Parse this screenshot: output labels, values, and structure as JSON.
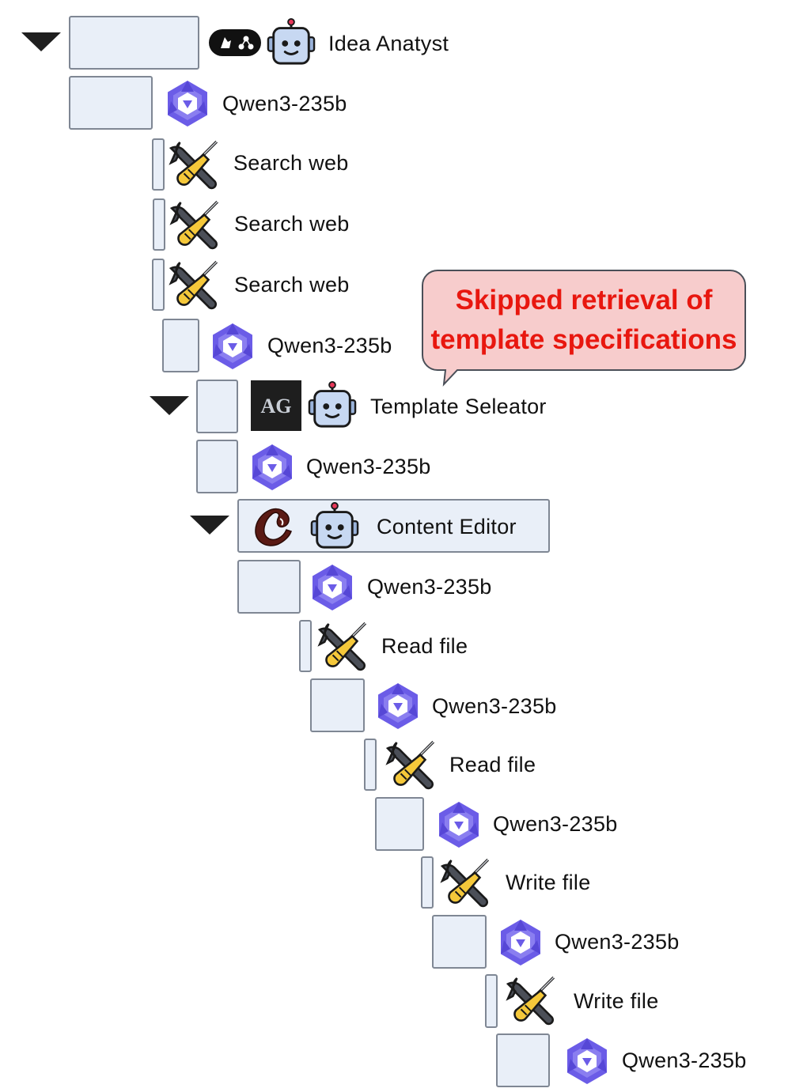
{
  "nodes": [
    {
      "label": "Idea Anatyst"
    },
    {
      "label": "Qwen3-235b"
    },
    {
      "label": "Search web"
    },
    {
      "label": "Search web"
    },
    {
      "label": "Search web"
    },
    {
      "label": "Qwen3-235b"
    },
    {
      "label": "Template Seleator"
    },
    {
      "label": "Qwen3-235b"
    },
    {
      "label": "Content Editor"
    },
    {
      "label": "Qwen3-235b"
    },
    {
      "label": "Read file"
    },
    {
      "label": "Qwen3-235b"
    },
    {
      "label": "Read file"
    },
    {
      "label": "Qwen3-235b"
    },
    {
      "label": "Write file"
    },
    {
      "label": "Qwen3-235b"
    },
    {
      "label": "Write file"
    },
    {
      "label": "Qwen3-235b"
    }
  ],
  "callout": {
    "line1": "Skipped retrieval of",
    "line2": "template specifications"
  },
  "logo_text": "AG",
  "colors": {
    "box_fill": "#e9eff8",
    "box_border": "#7f8794",
    "callout_fill": "#f7cccc",
    "callout_text": "#e8170f",
    "qwen_purple": "#6b5ce7"
  },
  "icons": {
    "agent": "robot-icon",
    "model": "qwen-logo-icon",
    "tool": "tools-icon"
  }
}
